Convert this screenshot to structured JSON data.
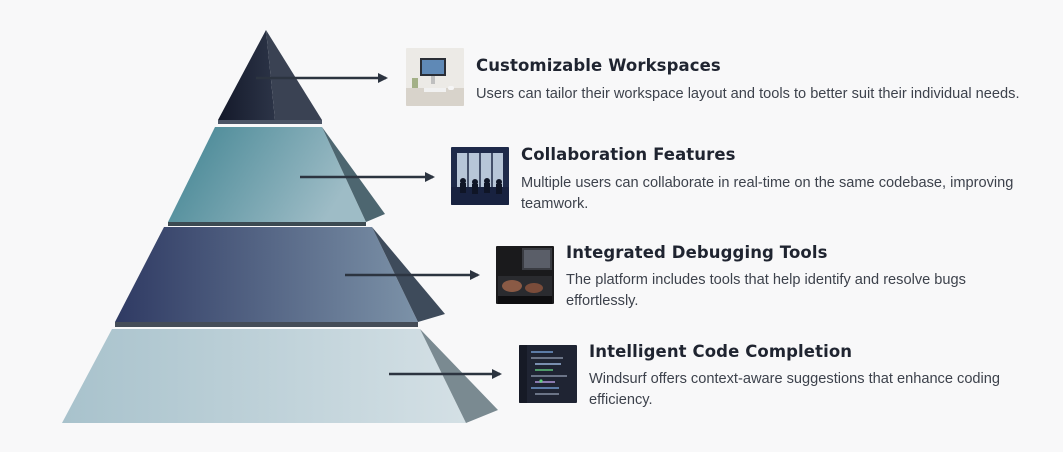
{
  "colors": {
    "background": "#f8f8f9",
    "tier1": "#1d2433",
    "tier2": "#4a8b98",
    "tier3": "#3b4a72",
    "tier4": "#b9ced6",
    "arrow": "#2c3440",
    "title": "#1f2430",
    "text": "#3d424c"
  },
  "tiers": [
    {
      "title": "Customizable Workspaces",
      "description": "Users can tailor their workspace layout and tools to better suit their individual needs.",
      "thumbnail": "desk-computer-image"
    },
    {
      "title": "Collaboration Features",
      "description": "Multiple users can collaborate in real-time on the same codebase, improving teamwork.",
      "thumbnail": "meeting-room-image"
    },
    {
      "title": "Integrated Debugging Tools",
      "description": "The platform includes tools that help identify and resolve bugs effortlessly.",
      "thumbnail": "keyboard-typing-image"
    },
    {
      "title": "Intelligent Code Completion",
      "description": "Windsurf offers context-aware suggestions that enhance coding efficiency.",
      "thumbnail": "code-editor-image"
    }
  ]
}
